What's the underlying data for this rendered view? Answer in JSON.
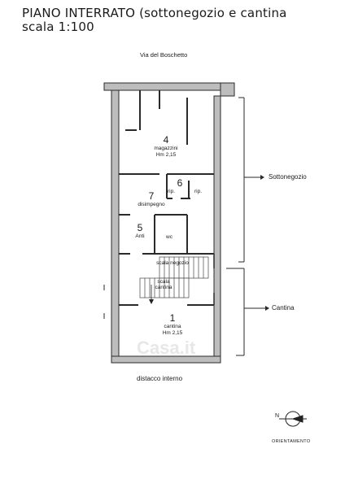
{
  "title": {
    "line1": "PIANO INTERRATO (sottonegozio e cantina",
    "line2": "scala 1:100"
  },
  "street": "Via del Boschetto",
  "rooms": [
    {
      "number": "4",
      "name": "magazzini",
      "height": "Hm 2,15"
    },
    {
      "number": "6",
      "name": "rip.",
      "name2": "rip."
    },
    {
      "number": "7",
      "name": "disimpegno"
    },
    {
      "number": "5",
      "name": "Anti",
      "name2": "wc"
    },
    {
      "number": "1",
      "name": "cantina",
      "height": "Hm 2,15"
    }
  ],
  "stairs": {
    "upper": "scala negozio",
    "lower": "scala cantina"
  },
  "sections": {
    "upper": "Sottonegozio",
    "lower": "Cantina"
  },
  "note": "distacco interno",
  "compass": {
    "north": "N",
    "label": "ORIENTAMENTO"
  },
  "watermark": "Casa.it"
}
